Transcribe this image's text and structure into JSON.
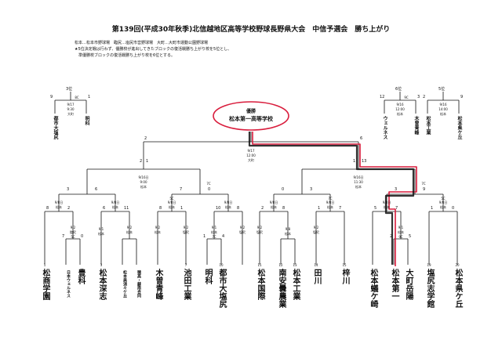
{
  "title": "第139回(平成30年秋季)北信越地区高等学校野球長野県大会　中信予選会　勝ち上がり",
  "notes": [
    "松本…松本市野球場　臨尻…塩尻市営野球場　大町…大町市運動公園野球場",
    "★5位決定戦は行わず、優勝校が進出してきたブロックの復活戦勝ち上がり校を5位とし、",
    "　準優勝校ブロックの復活戦勝ち上がり校を6位とする。"
  ],
  "champion": {
    "label": "優勝",
    "team": "松本第一高等学校"
  },
  "final": {
    "date": "9/17",
    "time": "12:00",
    "venue": "大町",
    "score_left": "2",
    "score_right": "6"
  },
  "semis": [
    {
      "date": "9/16日",
      "time": "9:00",
      "venue": "松本",
      "score_left": "2",
      "score_right": "1"
    },
    {
      "date": "9/16日",
      "time": "11:30",
      "venue": "松本",
      "score_left": "1",
      "score_right": "13"
    }
  ],
  "quarters": [
    {
      "date": "9/9日",
      "venue": "松本",
      "score_left": "3",
      "score_right": "6",
      "tag": ""
    },
    {
      "date": "9/9日",
      "venue": "松本",
      "score_left": "7",
      "score_right": "0",
      "tag": "7C"
    },
    {
      "date": "9/9日",
      "venue": "松本",
      "score_left": "0",
      "score_right": "3",
      "tag": ""
    },
    {
      "date": "9/9日",
      "venue": "松本",
      "score_left": "3",
      "score_right": "9",
      "tag": "7C"
    }
  ],
  "second_round": [
    {
      "date": "9/8日",
      "venue": "松本",
      "score_left": "8",
      "score_right": "2",
      "tag": ""
    },
    {
      "date": "9/8日",
      "venue": "松本",
      "score_left": "6",
      "score_right": "11",
      "tag": ""
    },
    {
      "date": "9/8日",
      "venue": "松本",
      "score_left": "8",
      "score_right": "1",
      "tag": "5C"
    },
    {
      "date": "9/8日",
      "venue": "松本",
      "score_left": "10",
      "score_right": "8",
      "tag": ""
    },
    {
      "date": "9/8日",
      "venue": "松本",
      "score_left": "2",
      "score_right": "8",
      "tag": ""
    },
    {
      "date": "9/8日",
      "venue": "松本",
      "score_left": "1",
      "score_right": "7",
      "tag": "7C"
    },
    {
      "date": "9/8日",
      "venue": "松本",
      "score_left": "5",
      "score_right": "7",
      "tag": ""
    },
    {
      "date": "9/8日",
      "venue": "松本",
      "score_left": "1",
      "score_right": "0",
      "tag": "5C"
    }
  ],
  "first_round": [
    {
      "date": "9/2",
      "venue": "臨尻",
      "score_left": "7",
      "score_right": "0",
      "tag": "5C"
    },
    {
      "date": "9/2",
      "venue": "松本",
      "score_left": "",
      "score_right": "",
      "tag": ""
    },
    {
      "date": "9/2",
      "venue": "松本",
      "score_left": "",
      "score_right": "",
      "tag": ""
    },
    {
      "date": "9/1",
      "venue": "松本",
      "score_left": "1",
      "score_right": "4",
      "tag": "7C"
    },
    {
      "date": "9/2",
      "venue": "塩尻",
      "score_left": "",
      "score_right": "",
      "tag": ""
    },
    {
      "date": "9/1",
      "venue": "松本",
      "score_left": "",
      "score_right": "",
      "tag": ""
    },
    {
      "date": "9/2",
      "venue": "塩尻",
      "score_left": "",
      "score_right": "",
      "tag": ""
    },
    {
      "date": "9/2",
      "venue": "塩尻",
      "score_left": "",
      "score_right": "",
      "tag": ""
    },
    {
      "date": "9/8",
      "venue": "松本",
      "score_left": "",
      "score_right": "",
      "tag": ""
    },
    {
      "date": "9/1",
      "venue": "松本",
      "score_left": "2",
      "score_right": "5",
      "tag": "9C"
    },
    {
      "date": "9/2",
      "venue": "塩尻",
      "score_left": "",
      "score_right": "",
      "tag": ""
    }
  ],
  "teams": [
    {
      "num": "1",
      "name": "松商学園"
    },
    {
      "num": "",
      "name": "日本ウェルネス"
    },
    {
      "num": "",
      "name": "豊科"
    },
    {
      "num": "3",
      "name": "松本深志"
    },
    {
      "num": "",
      "name": "松本美須々ケ丘"
    },
    {
      "num": "",
      "name": "穂高・蘇南合同"
    },
    {
      "num": "",
      "name": "木曽青峰"
    },
    {
      "num": "7",
      "name": "池田工業"
    },
    {
      "num": "",
      "name": "明科"
    },
    {
      "num": "10",
      "name": "都市大塩尻"
    },
    {
      "num": "11",
      "name": "松本国際"
    },
    {
      "num": "12",
      "name": "南安曇農業"
    },
    {
      "num": "13",
      "name": "松本工業"
    },
    {
      "num": "14",
      "name": "田川"
    },
    {
      "num": "15",
      "name": "梓川"
    },
    {
      "num": "",
      "name": "松本蟻ケ崎"
    },
    {
      "num": "",
      "name": "松本第一"
    },
    {
      "num": "",
      "name": "大町岳陽"
    },
    {
      "num": "19",
      "name": "塩尻志学館"
    },
    {
      "num": "20",
      "name": "松本県ケ丘"
    }
  ],
  "consolation": [
    {
      "rank": "3位",
      "date": "9/17",
      "time": "9:30",
      "venue": "大町",
      "tag": "8C",
      "score_left": "9",
      "score_right": "1",
      "teams": [
        "都市大塩尻",
        "明科"
      ]
    },
    {
      "rank": "6位",
      "date": "9/16",
      "time": "12:00",
      "venue": "松本",
      "tag": "9C",
      "score_left": "12",
      "score_right": "3",
      "teams": [
        "ウェルネス",
        "木曽青峰"
      ]
    },
    {
      "rank": "5位",
      "date": "9/16",
      "time": "14:00",
      "venue": "松本",
      "tag": "",
      "score_left": "2",
      "score_right": "9",
      "teams": [
        "松本工業",
        "松本県ケ丘"
      ]
    }
  ],
  "colors": {
    "ink": "#111111",
    "highlight": "#d91c3c"
  }
}
